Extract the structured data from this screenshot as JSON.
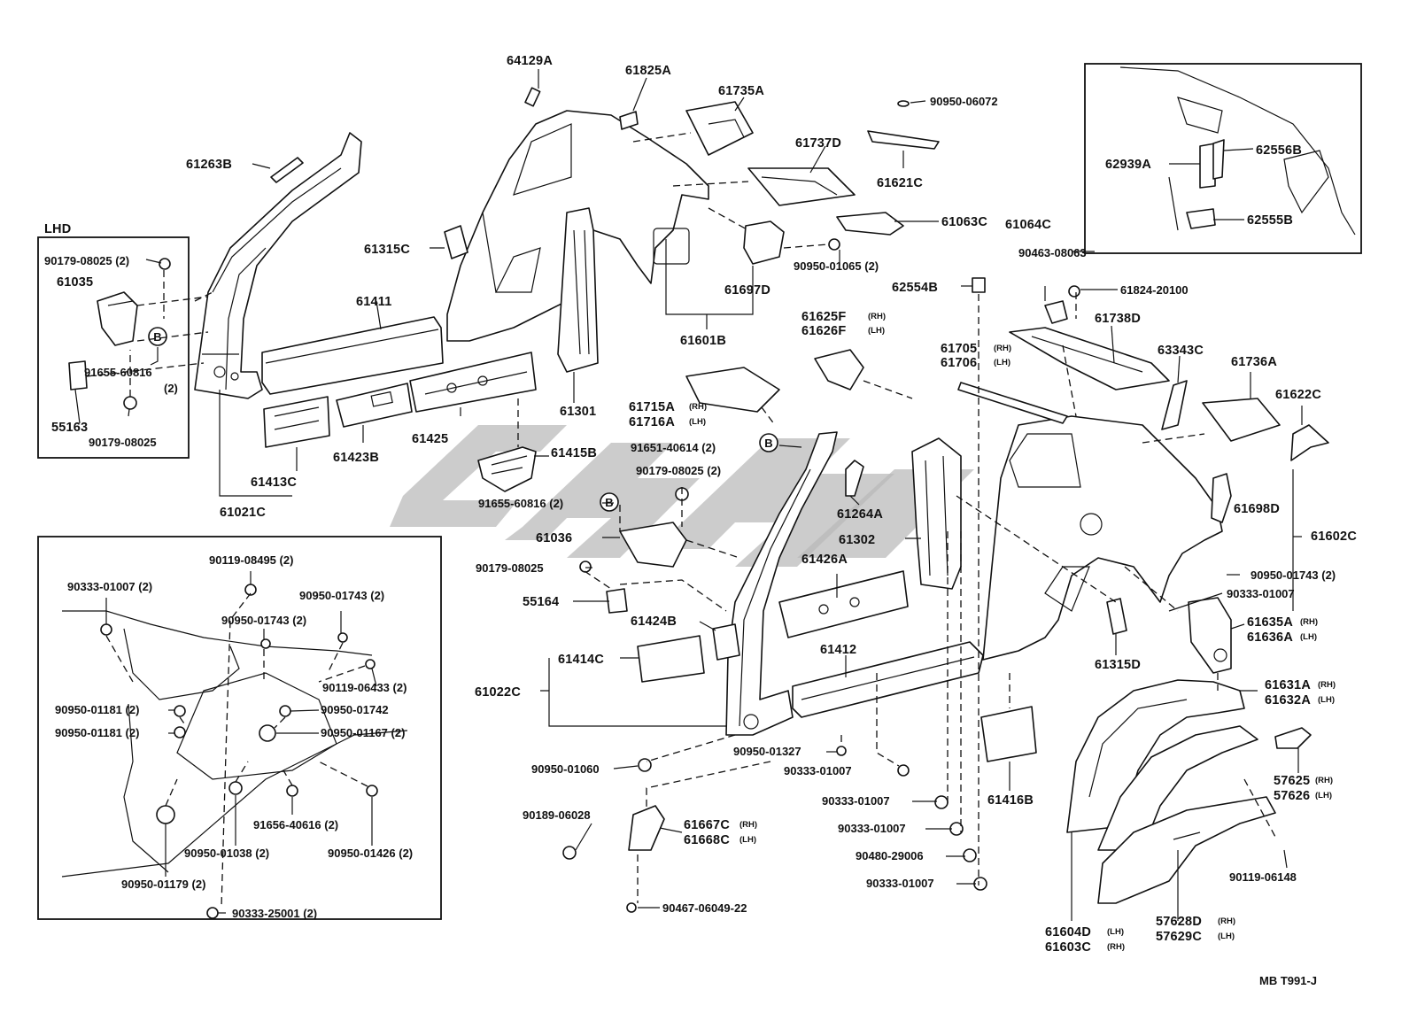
{
  "labels": {
    "p64129A": "64129A",
    "p61825A": "61825A",
    "p61735A": "61735A",
    "p90950_06072": "90950-06072",
    "p61737D": "61737D",
    "p61621C": "61621C",
    "p61063C": "61063C",
    "p61263B": "61263B",
    "p61315C": "61315C",
    "p61697D": "61697D",
    "p90950_01065": "90950-01065 (2)",
    "p61411": "61411",
    "p61601B": "61601B",
    "p61064C": "61064C",
    "p90463_08063": "90463-08063",
    "p61824_20100": "61824-20100",
    "p62554B": "62554B",
    "p61625F": "61625F",
    "p61626F": "61626F",
    "p61738D": "61738D",
    "p61705": "61705",
    "p61706": "61706",
    "p63343C": "63343C",
    "p61736A": "61736A",
    "p61622C": "61622C",
    "p62939A": "62939A",
    "p62556B": "62556B",
    "p62555B": "62555B",
    "lhd": "LHD",
    "p90179_08025_2": "90179-08025 (2)",
    "p61035": "61035",
    "p91655_60816": "91655-60816",
    "p91655_60816_qty": "(2)",
    "p55163": "55163",
    "p90179_08025": "90179-08025",
    "p61301": "61301",
    "p61425": "61425",
    "p61423B": "61423B",
    "p61413C": "61413C",
    "p61021C": "61021C",
    "p61415B": "61415B",
    "p61715A": "61715A",
    "p61716A": "61716A",
    "p91651_40614": "91651-40614 (2)",
    "p90179_08025_2b": "90179-08025 (2)",
    "p91655_60816_2b": "91655-60816 (2)",
    "p61036": "61036",
    "p90179_08025b": "90179-08025",
    "p55164": "55164",
    "p61264A": "61264A",
    "p61302": "61302",
    "p61426A": "61426A",
    "p61424B": "61424B",
    "p61414C": "61414C",
    "p61022C": "61022C",
    "p61412": "61412",
    "p61698D": "61698D",
    "p61602C": "61602C",
    "p90950_01743_2r": "90950-01743 (2)",
    "p90333_01007r": "90333-01007",
    "p61635A": "61635A",
    "p61636A": "61636A",
    "p61315D": "61315D",
    "p61631A": "61631A",
    "p61632A": "61632A",
    "p90950_01327": "90950-01327",
    "p90950_01060": "90950-01060",
    "p90333_01007a": "90333-01007",
    "p90333_01007b": "90333-01007",
    "p90333_01007c": "90333-01007",
    "p90480_29006": "90480-29006",
    "p90333_01007d": "90333-01007",
    "p61416B": "61416B",
    "p57625": "57625",
    "p57626": "57626",
    "p90189_06028": "90189-06028",
    "p61667C": "61667C",
    "p61668C": "61668C",
    "p90467_06049": "90467-06049-22",
    "p90119_06148": "90119-06148",
    "p61604D": "61604D",
    "p61603C": "61603C",
    "p57628D": "57628D",
    "p57629C": "57629C",
    "ref": "MB T991-J",
    "in_90119_08495": "90119-08495 (2)",
    "in_90333_01007": "90333-01007 (2)",
    "in_90950_01743a": "90950-01743 (2)",
    "in_90950_01743b": "90950-01743 (2)",
    "in_90119_06433": "90119-06433 (2)",
    "in_90950_01181a": "90950-01181 (2)",
    "in_90950_01742": "90950-01742",
    "in_90950_01181b": "90950-01181 (2)",
    "in_90950_01167": "90950-01167 (2)",
    "in_91656_40616": "91656-40616 (2)",
    "in_90950_01038": "90950-01038 (2)",
    "in_90950_01426": "90950-01426 (2)",
    "in_90950_01179": "90950-01179 (2)",
    "in_90333_25001": "90333-25001 (2)",
    "callout_b": "B"
  },
  "side_tags": {
    "rh": "(RH)",
    "lh": "(LH)"
  }
}
